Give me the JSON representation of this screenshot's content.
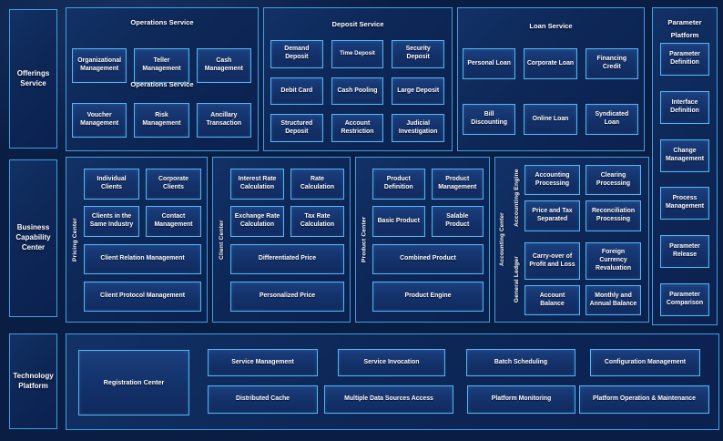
{
  "palette": {
    "background": "#0a1d42",
    "panel_fill": "#0d2757",
    "box_fill": "#133169",
    "panel_border": "#3f9fe6",
    "box_border": "#55b7f3",
    "text": "#ffffff"
  },
  "left_rail": {
    "offerings_label": "Offerings Service",
    "business_label": "Business Capability Center",
    "technology_label": "Technology Platform"
  },
  "offerings": {
    "operations": {
      "title": "Operations Service",
      "stray_label": "Operations Service",
      "row1": [
        "Organizational Management",
        "Teller Management",
        "Cash Management"
      ],
      "row2": [
        "Voucher Management",
        "Risk Management",
        "Ancillary Transaction"
      ]
    },
    "deposit": {
      "title": "Deposit Service",
      "items": [
        "Demand Deposit",
        "Time Deposit",
        "Security Deposit",
        "Debit Card",
        "Cash Pooling",
        "Large Deposit",
        "Structured Deposit",
        "Account Restriction",
        "Judicial Investigation"
      ]
    },
    "loan": {
      "title": "Loan Service",
      "row1": [
        "Personal Loan",
        "Corporate Loan",
        "Financing Credit"
      ],
      "row2": [
        "Bill Discounting",
        "Online Loan",
        "Syndicated Loan"
      ]
    }
  },
  "parameter_platform": {
    "title": "Parameter Platform",
    "items": [
      "Parameter Definition",
      "Interface Definition",
      "Change Management",
      "Process Management",
      "Parameter Release",
      "Parameter Comparison"
    ]
  },
  "business_capability": {
    "pricing_center": {
      "vertical_label": "Pricing Center",
      "small_items": [
        "Individual Clients",
        "Corporate Clients",
        "Clients in the Same Industry",
        "Contact Management"
      ],
      "wide_items": [
        "Client Relation Management",
        "Client Protocol Management"
      ]
    },
    "client_center": {
      "vertical_label": "Client Center",
      "small_items": [
        "Interest Rate Calculation",
        "Rate Calculation",
        "Exchange Rate Calculation",
        "Tax Rate Calculation"
      ],
      "wide_items": [
        "Differentiated Price",
        "Personalized Price"
      ]
    },
    "product_center": {
      "vertical_label": "Product Center",
      "small_items": [
        "Product Definition",
        "Product Management",
        "Basic Product",
        "Salable Product"
      ],
      "wide_items": [
        "Combined Product",
        "Product Engine"
      ]
    },
    "accounting_center": {
      "vertical_label": "Accounting Center",
      "engine": {
        "vertical_label": "Accounting Engine",
        "items": [
          "Accounting Processing",
          "Clearing Processing",
          "Price and Tax Separated",
          "Reconciliation Processing"
        ]
      },
      "ledger": {
        "vertical_label": "General Ledger",
        "items": [
          "Carry-over of Profit and Loss",
          "Foreign Currency Revaluation",
          "Account Balance",
          "Monthly and Annual Balance"
        ]
      }
    }
  },
  "technology_platform": {
    "registration_label": "Registration Center",
    "row1": [
      "Service Management",
      "Service Invocation",
      "Batch Scheduling",
      "Configuration Management"
    ],
    "row2": [
      "Distributed Cache",
      "Multiple Data Sources Access",
      "Platform Monitoring",
      "Platform Operation & Maintenance"
    ]
  }
}
